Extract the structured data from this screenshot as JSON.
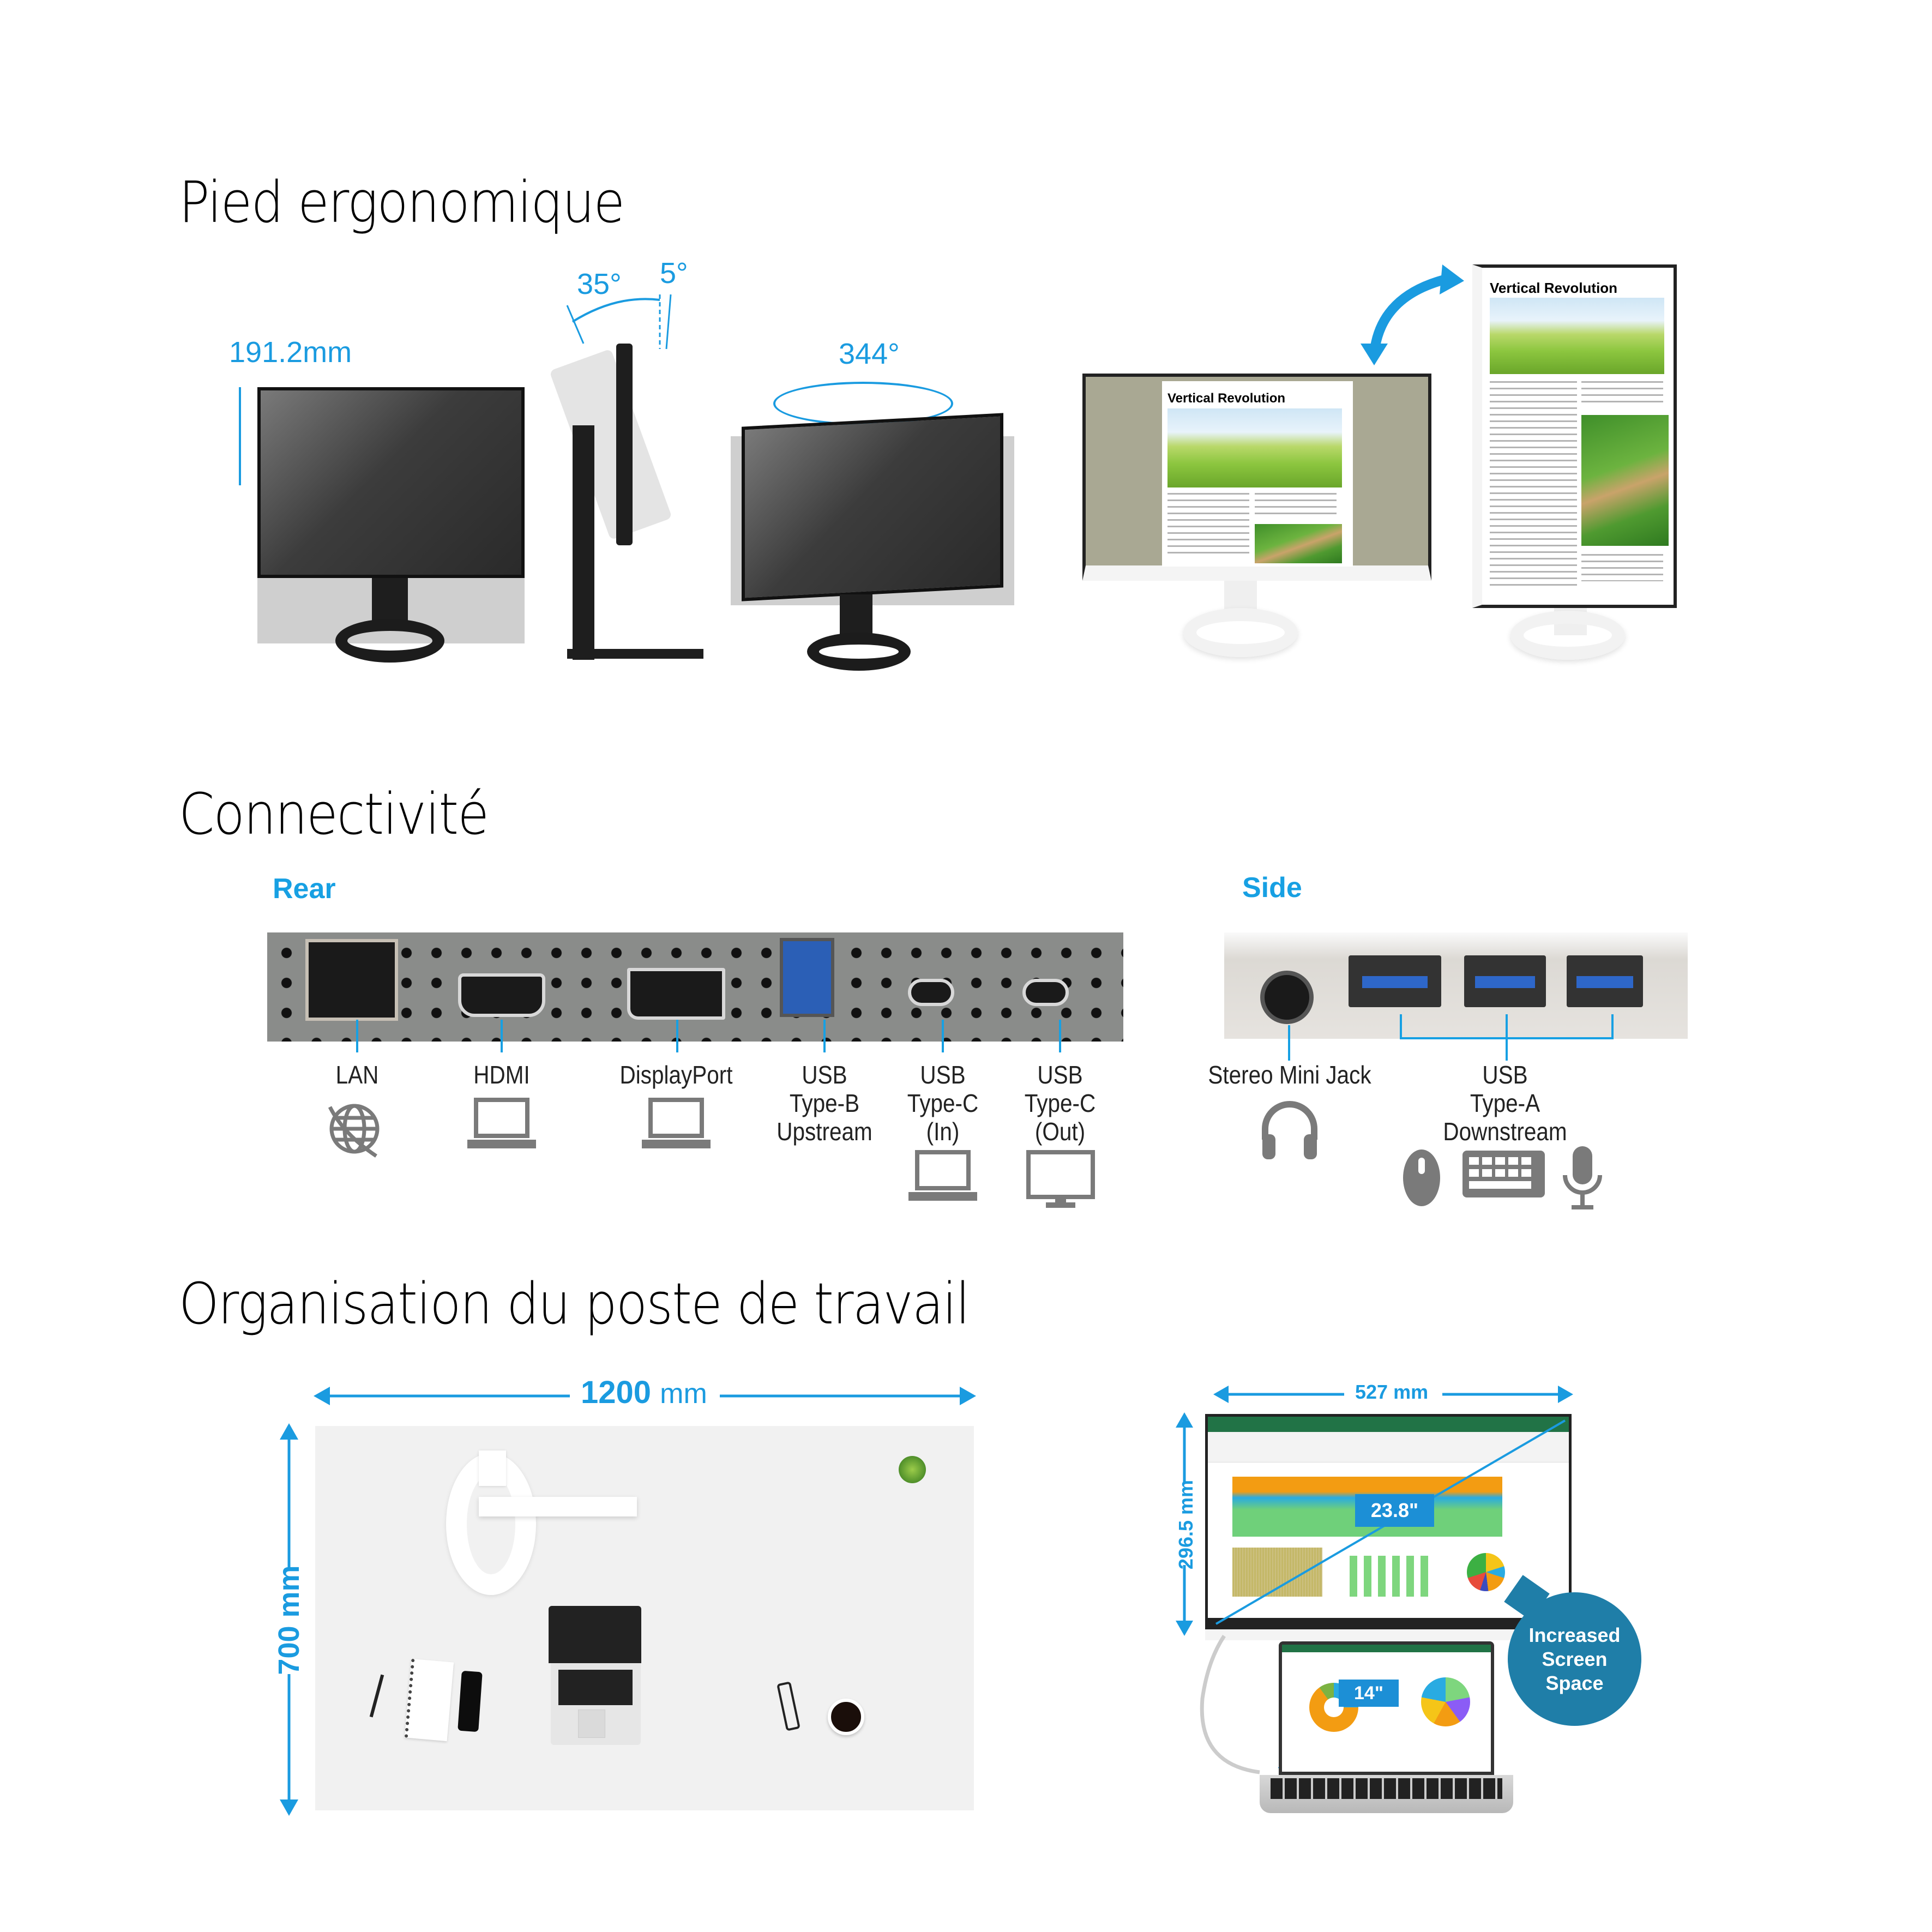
{
  "sections": {
    "ergonomic": {
      "title": "Pied ergonomique",
      "height_label": "191.2mm",
      "tilt_back_label": "35°",
      "tilt_forward_label": "5°",
      "swivel_label": "344°",
      "doc_title": "Vertical Revolution"
    },
    "connectivity": {
      "title": "Connectivité",
      "rear_label": "Rear",
      "side_label": "Side",
      "rear_ports": [
        {
          "label": "LAN",
          "icon": "globe-icon"
        },
        {
          "label": "HDMI",
          "icon": "laptop-icon"
        },
        {
          "label": "DisplayPort",
          "icon": "laptop-icon"
        },
        {
          "label": "USB\nType-B\nUpstream",
          "icon": ""
        },
        {
          "label": "USB\nType-C\n(In)",
          "icon": "laptop-icon"
        },
        {
          "label": "USB\nType-C\n(Out)",
          "icon": "monitor-icon"
        }
      ],
      "side_ports": [
        {
          "label": "Stereo Mini Jack",
          "icon": "headphones-icon"
        },
        {
          "label": "USB\nType-A\nDownstream",
          "icons": [
            "mouse-icon",
            "keyboard-icon",
            "microphone-icon"
          ]
        }
      ]
    },
    "workspace": {
      "title": "Organisation du poste de travail",
      "desk_width_value": "1200",
      "desk_width_unit": "mm",
      "desk_depth_label": "700 mm",
      "monitor_width_label": "527 mm",
      "monitor_height_label": "296.5 mm",
      "monitor_diagonal": "23.8\"",
      "laptop_diagonal": "14\"",
      "callout": "Increased Screen Space"
    }
  },
  "colors": {
    "accent_blue": "#1a9be0",
    "callout_teal": "#1f7ea8"
  }
}
